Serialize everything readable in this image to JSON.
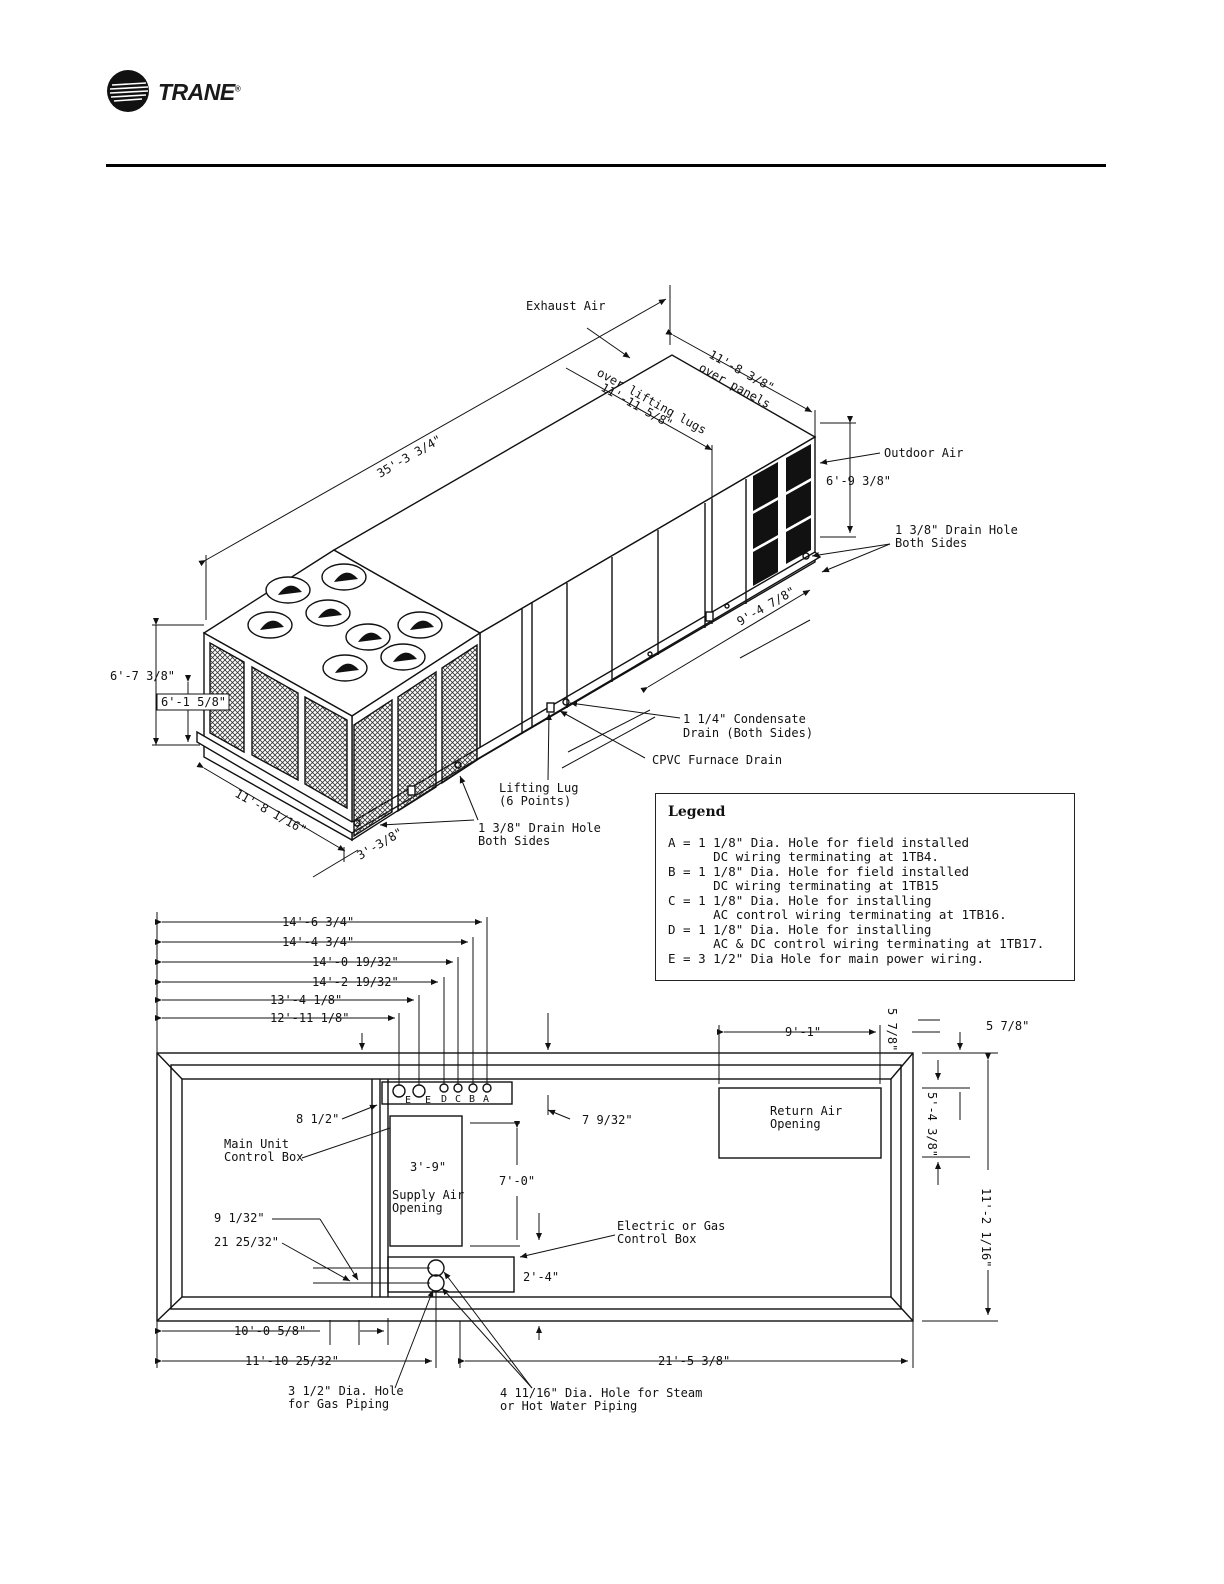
{
  "brand": {
    "name": "TRANE",
    "mark": "®"
  },
  "labels": {
    "exhaust_air": "Exhaust Air",
    "outdoor_air": "Outdoor Air",
    "drain_hole_1": "1 3/8\" Drain Hole",
    "drain_hole_2": "Both Sides",
    "drain_hole_b1": "1 3/8\" Drain Hole",
    "drain_hole_b2": "Both Sides",
    "condensate_1": "1 1/4\" Condensate",
    "condensate_2": "Drain (Both Sides)",
    "cpvc": "CPVC Furnace Drain",
    "lifting_lug_1": "Lifting Lug",
    "lifting_lug_2": "(6 Points)",
    "main_unit_1": "Main Unit",
    "main_unit_2": "Control Box",
    "supply_air_1": "Supply Air",
    "supply_air_2": "Opening",
    "return_air_1": "Return Air",
    "return_air_2": "Opening",
    "elec_gas_1": "Electric or Gas",
    "elec_gas_2": "Control Box",
    "gas_piping_1": "3 1/2\" Dia. Hole",
    "gas_piping_2": "for Gas Piping",
    "steam_1": "4 11/16\" Dia. Hole for Steam",
    "steam_2": "or Hot Water Piping",
    "hole_E1": "E",
    "hole_E2": "E",
    "hole_D": "D",
    "hole_C": "C",
    "hole_B": "B",
    "hole_A": "A"
  },
  "dimensions": {
    "overall_length": "35'-3 3/4\"",
    "over_lugs_1": "over lifting lugs",
    "over_lugs_2": "11'-11 5/8\"",
    "over_panels_1": "11'-8 3/8\"",
    "over_panels_2": "over panels",
    "height_outdoor": "6'-9 3/8\"",
    "d_9_4_7_8": "9'-4 7/8\"",
    "d_6_7_3_8": "6'-7 3/8\"",
    "d_6_1_5_8": "6'-1 5/8\"",
    "d_11_8_1_16": "11'-8 1/16\"",
    "d_3_3_8": "3'-3/8\"",
    "p_14_6_3_4": "14'-6 3/4\"",
    "p_14_4_3_4": "14'-4 3/4\"",
    "p_14_0_19_32": "14'-0 19/32\"",
    "p_14_2_19_32": "14'-2 19/32\"",
    "p_13_4_1_8": "13'-4 1/8\"",
    "p_12_11_1_8": "12'-11 1/8\"",
    "p_9_1": "9'-1\"",
    "p_5_7_8_a": "5 7/8\"",
    "p_5_7_8_b": "5 7/8\"",
    "p_8_1_2": "8 1/2\"",
    "p_7_9_32": "7 9/32\"",
    "p_3_9": "3'-9\"",
    "p_7_0": "7'-0\"",
    "p_5_4_3_8": "5'-4 3/8\"",
    "p_11_2_1_16": "11'-2 1/16\"",
    "p_9_1_32": "9 1/32\"",
    "p_21_25_32": "21 25/32\"",
    "p_2_4": "2'-4\"",
    "p_10_0_5_8": "10'-0 5/8\"",
    "p_11_10_25_32": "11'-10 25/32\"",
    "p_21_5_3_8": "21'-5 3/8\""
  },
  "legend": {
    "title": "Legend",
    "lines": [
      "A = 1 1/8\" Dia. Hole for field installed",
      "      DC wiring terminating at 1TB4.",
      "B = 1 1/8\" Dia. Hole for field installed",
      "      DC wiring terminating at 1TB15",
      "C = 1 1/8\" Dia. Hole for installing",
      "      AC control wiring terminating at 1TB16.",
      "D = 1 1/8\" Dia. Hole for installing",
      "      AC & DC control wiring terminating at 1TB17.",
      "E = 3 1/2\" Dia Hole for main power wiring."
    ]
  }
}
